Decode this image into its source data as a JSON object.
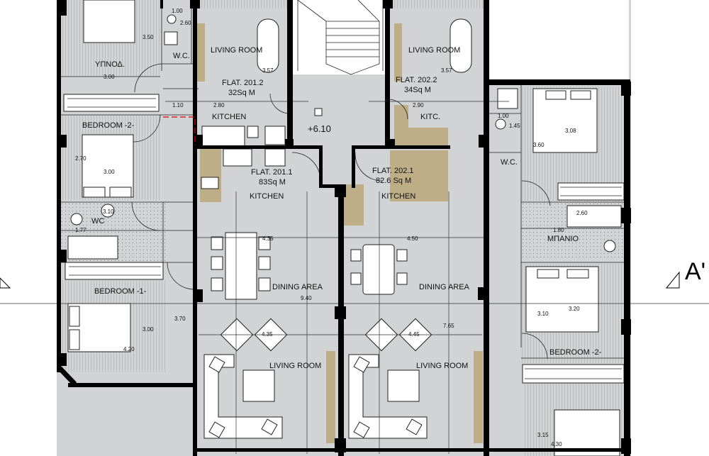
{
  "level_mark": "+6.10",
  "section_mark": "A'",
  "apartments": [
    {
      "name": "FLAT. 201.2",
      "area": "32Sq M"
    },
    {
      "name": "FLAT. 202.2",
      "area": "34Sq M"
    },
    {
      "name": "FLAT. 201.1",
      "area": "83Sq M"
    },
    {
      "name": "FLAT. 202.1",
      "area": "82.6 Sq M"
    }
  ],
  "rooms": {
    "ypnod": "ΥΠΝΟΔ.",
    "wc_top": "W.C.",
    "living_201_2": "LIVING ROOM",
    "living_202_2": "LIVING ROOM",
    "kitchen_201_2": "KITCHEN",
    "kitc_202_2": "KITC.",
    "bedroom2_left": "BEDROOM -2-",
    "wc_right_top": "W.C.",
    "kitchen_201_1": "KITCHEN",
    "kitchen_202_1": "KITCHEN",
    "wc_left": "WC",
    "bathroom": "ΜΠΑΝΙΟ",
    "bedroom1_left": "BEDROOM -1-",
    "dining_201_1": "DINING AREA",
    "dining_202_1": "DINING AREA",
    "bedroom_right": "BEDROOM -2-",
    "living_201_1": "LIVING ROOM",
    "living_202_1": "LIVING ROOM"
  },
  "dimensions": {
    "d100a": "1.00",
    "d260a": "2.60",
    "d350": "3.50",
    "d357a": "3.57",
    "d357b": "3.57",
    "d300a": "3.00",
    "d110": "1.10",
    "d280": "2.80",
    "d290": "2.90",
    "d100b": "1.00",
    "d145": "1.45",
    "d308": "3.08",
    "d360": "3.60",
    "d270": "2.70",
    "d300b": "3.00",
    "d310a": "3.10",
    "d177": "1.77",
    "d260b": "2.60",
    "d180": "1.80",
    "d435a": "4.35",
    "d450": "4.50",
    "d940": "9.40",
    "d370": "3.70",
    "d300c": "3.00",
    "d420": "4.20",
    "d320": "3.20",
    "d310b": "3.10",
    "d435b": "4.35",
    "d445": "4.45",
    "d765": "7.65",
    "d315": "3.15",
    "d430": "4.30"
  }
}
